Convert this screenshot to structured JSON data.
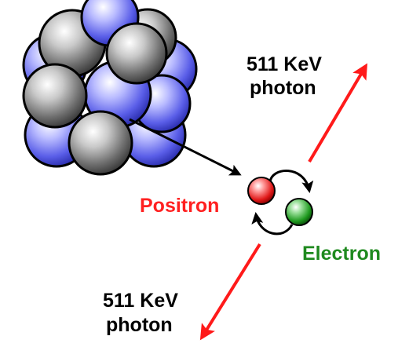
{
  "labels": {
    "photon_top_line1": "511 KeV",
    "photon_top_line2": "photon",
    "photon_bottom_line1": "511 KeV",
    "photon_bottom_line2": "photon",
    "positron": "Positron",
    "electron": "Electron"
  },
  "colors": {
    "photon_arrow": "#ff1a1a",
    "positron_text": "#ff2020",
    "electron_text": "#1f8a1f",
    "neutron": "#8f8f8f",
    "proton": "#8a8cf0",
    "text": "#000000"
  },
  "icons": {
    "nucleus": "nucleus-icon",
    "positron": "positron-sphere-icon",
    "electron": "electron-sphere-icon"
  }
}
